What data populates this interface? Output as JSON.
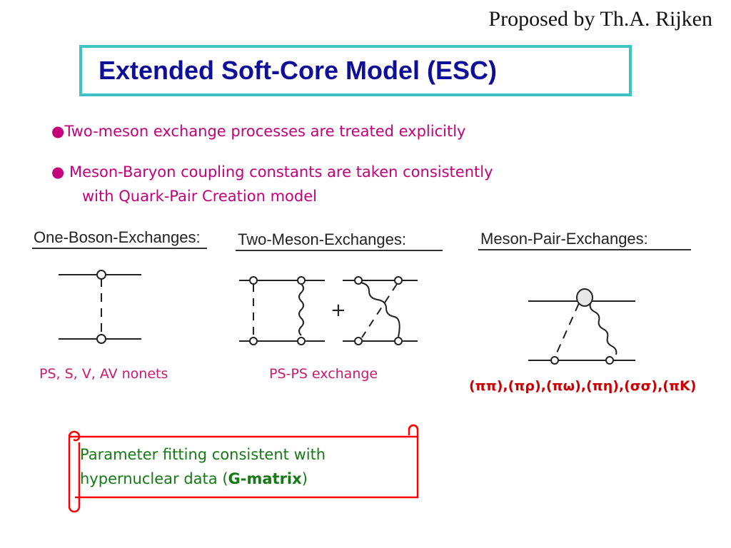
{
  "header": {
    "credit": "Proposed by Th.A. Rijken",
    "title": "Extended Soft-Core Model (ESC)"
  },
  "bullets": [
    {
      "mark": "●",
      "text": "Two-meson exchange processes are treated explicitly"
    },
    {
      "mark": "● ",
      "text": "Meson-Baryon coupling constants are taken consistently",
      "continuation": "with Quark-Pair Creation model"
    }
  ],
  "diagrams": {
    "obe": {
      "title": "One-Boson-Exchanges:",
      "caption": "PS, S, V, AV nonets"
    },
    "tme": {
      "title": "Two-Meson-Exchanges:",
      "plus": "+",
      "caption": "PS-PS exchange"
    },
    "mpe": {
      "title": "Meson-Pair-Exchanges:",
      "caption": "(ππ),(πρ),(πω),(πη),(σσ),(πK)"
    }
  },
  "note": {
    "line1": "Parameter fitting consistent with",
    "line2_prefix": "hypernuclear data (",
    "line2_highlight": "G-matrix",
    "line2_suffix": ")"
  },
  "colors": {
    "title": "#0e0e99",
    "title_border": "#3cc4c4",
    "bullet_text": "#c4007a",
    "caption": "#cc1a6c",
    "caption_bold": "#cc0000",
    "note_text": "#157a15",
    "scroll_border": "#ff0000"
  }
}
